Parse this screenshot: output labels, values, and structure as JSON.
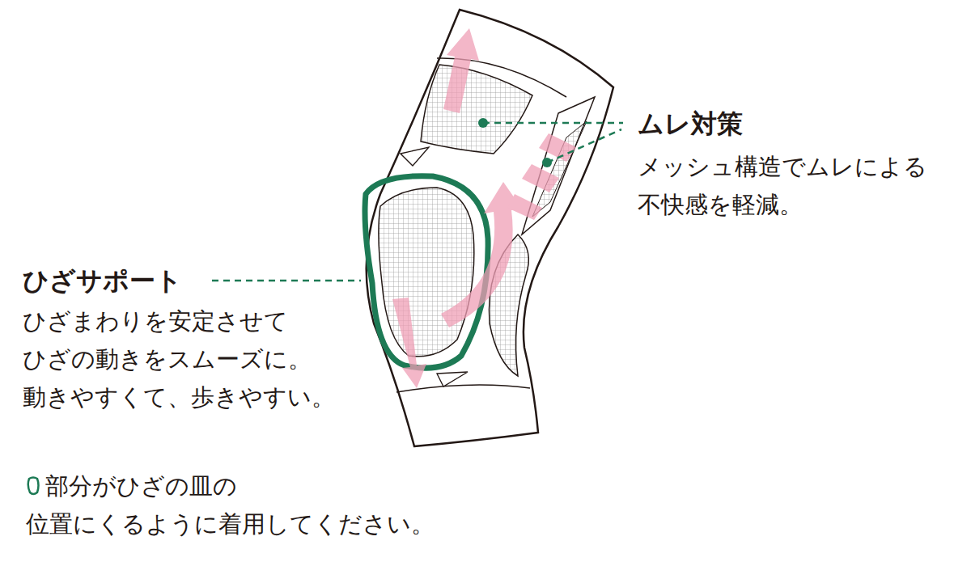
{
  "diagram": {
    "labels": [
      "ムレ対策",
      "メッシュ構造でムレによる 不快感を軽減。",
      "ひざサポート",
      "ひざまわりを安定させて ひざの動きをスムーズに。 動きやすくて、歩きやすい。"
    ],
    "legend": [
      {
        "text": "部分がひざの皿の 位置にくるように着用してください。"
      }
    ]
  }
}
